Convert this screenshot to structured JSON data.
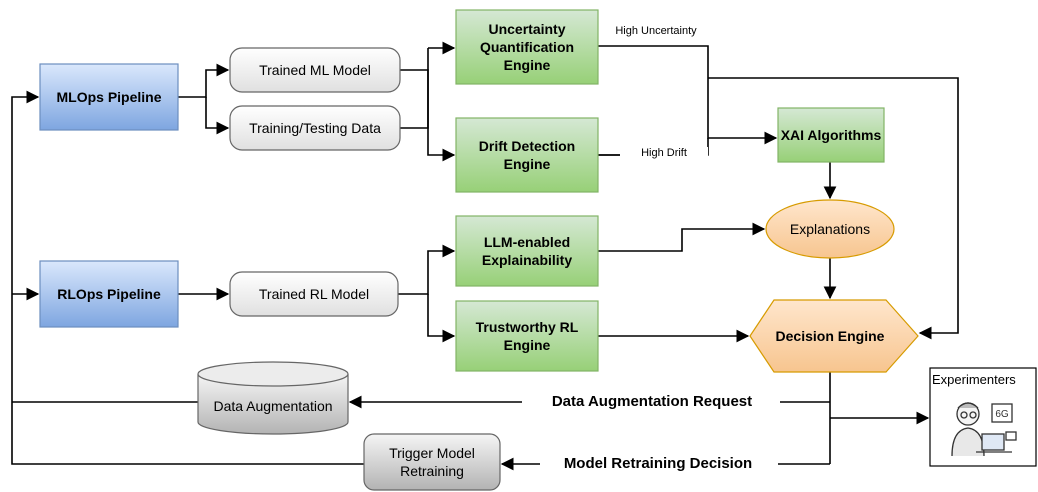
{
  "nodes": {
    "mlops": "MLOps Pipeline",
    "rlops": "RLOps Pipeline",
    "trained_ml": "Trained ML Model",
    "training_data": "Training/Testing Data",
    "trained_rl": "Trained RL Model",
    "uncertainty_engine": "Uncertainty Quantification Engine",
    "drift_engine": "Drift Detection Engine",
    "llm_explainability": "LLM-enabled Explainability",
    "trustworthy_rl": "Trustworthy RL Engine",
    "xai": "XAI Algorithms",
    "explanations": "Explanations",
    "decision_engine": "Decision Engine",
    "data_augmentation": "Data Augmentation",
    "trigger_retraining": "Trigger Model Retraining",
    "experimenters": "Experimenters"
  },
  "edge_labels": {
    "high_uncertainty": "High Uncertainty",
    "high_drift": "High Drift",
    "augmentation_request": "Data Augmentation Request",
    "retraining_decision": "Model Retraining Decision"
  },
  "icons": {
    "experimenter_badge": "6G"
  },
  "colors": {
    "pipeline_fill": "#a9c4eb",
    "pipeline_stroke": "#6c8ebf",
    "engine_fill": "#a5d68a",
    "engine_stroke": "#82b366",
    "model_fill": "#f2f2f2",
    "model_stroke": "#666666",
    "output_fill": "#fad29e",
    "output_stroke": "#d79b00"
  }
}
